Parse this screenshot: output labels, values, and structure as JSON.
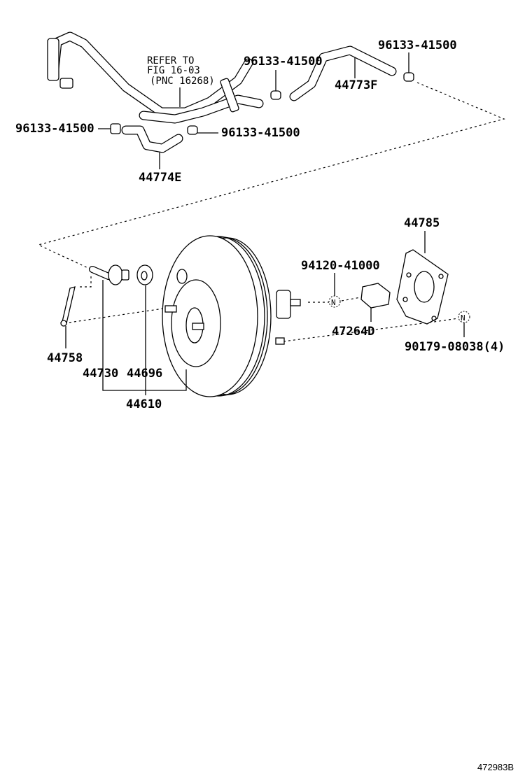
{
  "diagram": {
    "figure_id": "472983B",
    "reference_note": {
      "line1": "REFER TO",
      "line2": "FIG 16-03",
      "line3": "(PNC 16268)"
    },
    "parts": {
      "clip_top_right": "96133-41500",
      "clip_top_mid": "96133-41500",
      "hose_upper": "44773F",
      "clip_left": "96133-41500",
      "clip_right": "96133-41500",
      "hose_lower": "44774E",
      "gasket": "44785",
      "nut_front": "94120-41000",
      "clevis": "47264D",
      "nut_rear": "90179-08038(4)",
      "bracket": "44758",
      "check_valve": "44730",
      "grommet": "44696",
      "booster_assy": "44610"
    },
    "nut_symbol": "N"
  }
}
